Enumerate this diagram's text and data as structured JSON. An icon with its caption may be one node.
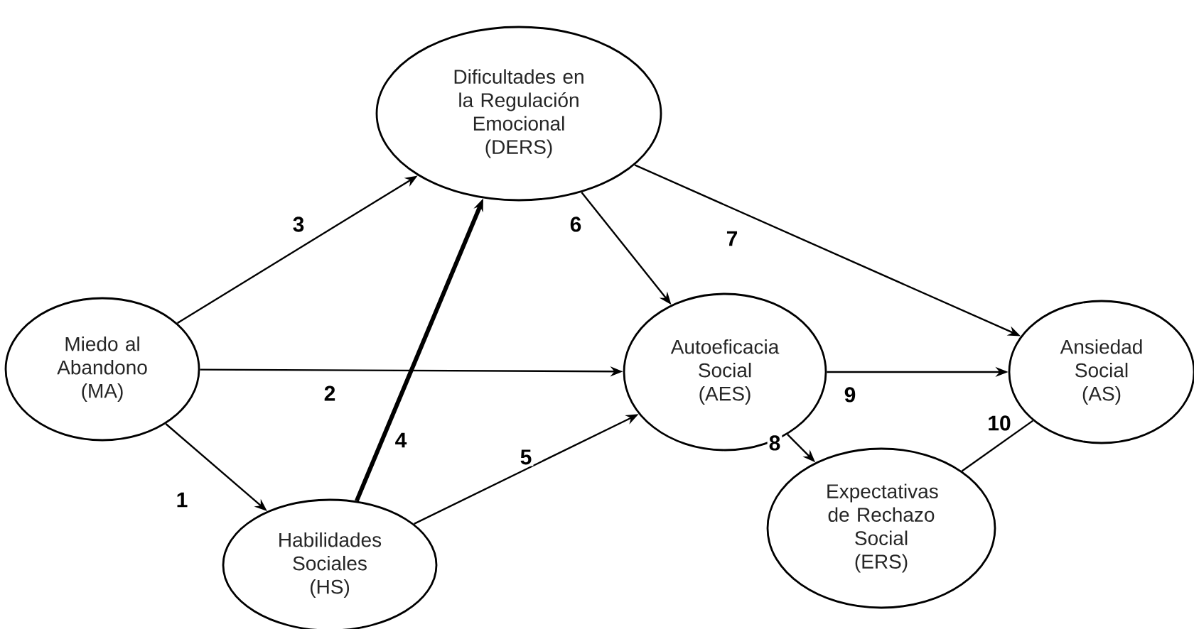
{
  "diagram": {
    "nodes": [
      {
        "text": [
          "Dificultades en la Regulación Emocional (DERS)"
        ]
      },
      {
        "text": [
          "Miedo al Abandono (MA)"
        ]
      },
      {
        "text": [
          "Autoeficacia Social (AES)"
        ]
      },
      {
        "text": [
          "Ansiedad Social (AS)"
        ]
      },
      {
        "text": [
          "Habilidades Sociales (HS)"
        ]
      },
      {
        "text": [
          "Expectativas de Rechazo Social (ERS)"
        ]
      }
    ],
    "edges": [
      {
        "from": 1,
        "to": 4,
        "arrow": "to",
        "label": "1"
      },
      {
        "from": 1,
        "to": 2,
        "arrow": "to",
        "label": "2"
      },
      {
        "from": 1,
        "to": 0,
        "arrow": "to",
        "label": "3"
      },
      {
        "from": 4,
        "to": 0,
        "arrow": "to",
        "label": "4",
        "style": "thick"
      },
      {
        "from": 4,
        "to": 2,
        "arrow": "to",
        "label": "5"
      },
      {
        "from": 0,
        "to": 2,
        "arrow": "to",
        "label": "6"
      },
      {
        "from": 0,
        "to": 3,
        "arrow": "to",
        "label": "7"
      },
      {
        "from": 2,
        "to": 5,
        "arrow": "to",
        "label": "8"
      },
      {
        "from": 2,
        "to": 3,
        "arrow": "to",
        "label": "9"
      },
      {
        "from": 5,
        "to": 3,
        "arrow": "none",
        "label": "10"
      }
    ]
  }
}
